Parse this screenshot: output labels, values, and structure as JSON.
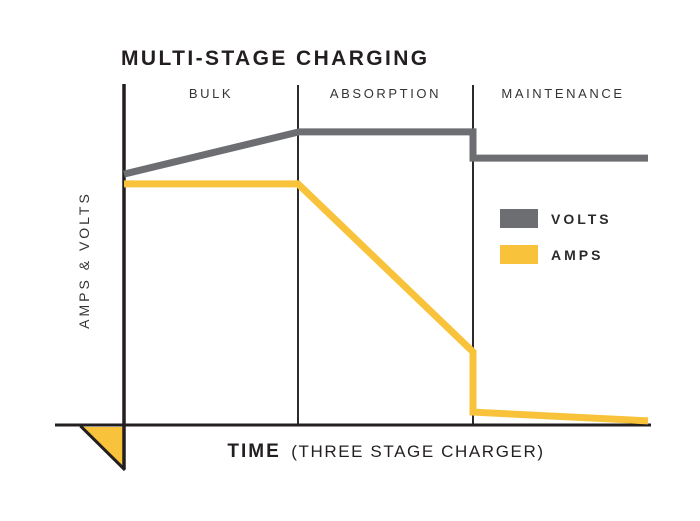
{
  "title": "MULTI-STAGE CHARGING",
  "colors": {
    "volts": "#6d6e71",
    "amps": "#f8c33a",
    "axis": "#231f20",
    "divider": "#2b2b2b",
    "text": "#231f20"
  },
  "chart_data": {
    "type": "line",
    "title": "MULTI-STAGE CHARGING",
    "xlabel": "TIME (THREE STAGE CHARGER)",
    "xlabel_main": "TIME",
    "xlabel_sub": "(THREE STAGE CHARGER)",
    "ylabel": "AMPS & VOLTS",
    "axes_numeric": false,
    "grid": false,
    "legend_position": "middle-right",
    "stages": [
      "BULK",
      "ABSORPTION",
      "MAINTENANCE"
    ],
    "stage_boundaries_pct": [
      0,
      33.2,
      66.6,
      100
    ],
    "series": [
      {
        "name": "VOLTS",
        "color": "#6d6e71",
        "points_pct": [
          [
            0,
            73.8
          ],
          [
            33.4,
            86.2
          ],
          [
            66.6,
            86.2
          ],
          [
            66.6,
            78.5
          ],
          [
            100,
            78.5
          ]
        ],
        "description": "Rises during bulk, flat during absorption, steps down then flat during maintenance"
      },
      {
        "name": "AMPS",
        "color": "#f8c33a",
        "points_pct": [
          [
            0,
            70.9
          ],
          [
            33.2,
            70.9
          ],
          [
            66.6,
            21.5
          ],
          [
            66.6,
            3.8
          ],
          [
            100,
            1.2
          ]
        ],
        "description": "Flat during bulk, declines during absorption, drops sharply then tapers near zero during maintenance"
      }
    ]
  }
}
